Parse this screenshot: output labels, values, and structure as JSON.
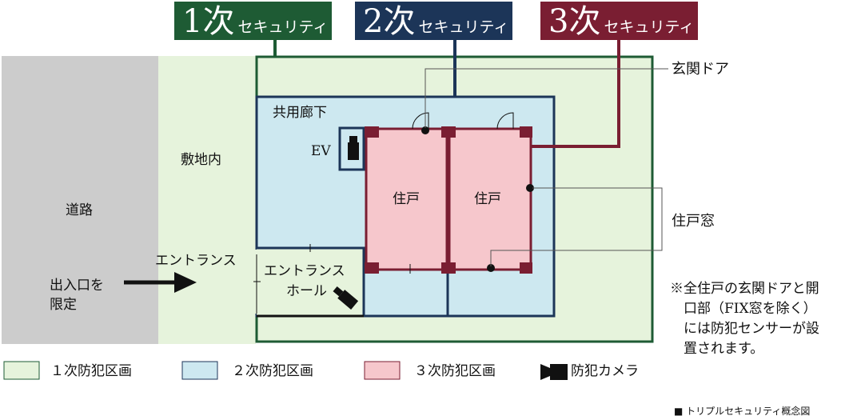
{
  "title_boxes": [
    {
      "num": "1次",
      "text": "セキュリティ",
      "color": "#1e5b34"
    },
    {
      "num": "2次",
      "text": "セキュリティ",
      "color": "#1c3558"
    },
    {
      "num": "3次",
      "text": "セキュリティ",
      "color": "#7a1e32"
    }
  ],
  "labels": {
    "road": "道路",
    "site": "敷地内",
    "corridor": "共用廊下",
    "ev": "EV",
    "unit_left": "住戸",
    "unit_right": "住戸",
    "entrance": "エントランス",
    "entrance_hall_1": "エントランス",
    "entrance_hall_2": "ホール",
    "limit_1": "出入口を",
    "limit_2": "限定",
    "front_door": "玄関ドア",
    "unit_window": "住戸窓"
  },
  "note": [
    "※全住戸の玄関ドアと開",
    "口部（FIX窓を除く）",
    "には防犯センサーが設",
    "置されます。"
  ],
  "legend": [
    {
      "text": "１次防犯区画",
      "fill": "#e6f3dc",
      "stroke": "#1e5b34"
    },
    {
      "text": "２次防犯区画",
      "fill": "#cde8f0",
      "stroke": "#1c3558"
    },
    {
      "text": "３次防犯区画",
      "fill": "#f6c7cc",
      "stroke": "#7a1e32"
    },
    {
      "text": "防犯カメラ",
      "icon": "camera-icon"
    }
  ],
  "caption": "■ トリプルセキュリティ概念図",
  "colors": {
    "road": "#cccccc",
    "zone1": "#e6f3dc",
    "zone2": "#cde8f0",
    "zone3": "#f6c7cc",
    "green": "#1e5b34",
    "navy": "#1c3558",
    "maroon": "#7a1e32"
  }
}
